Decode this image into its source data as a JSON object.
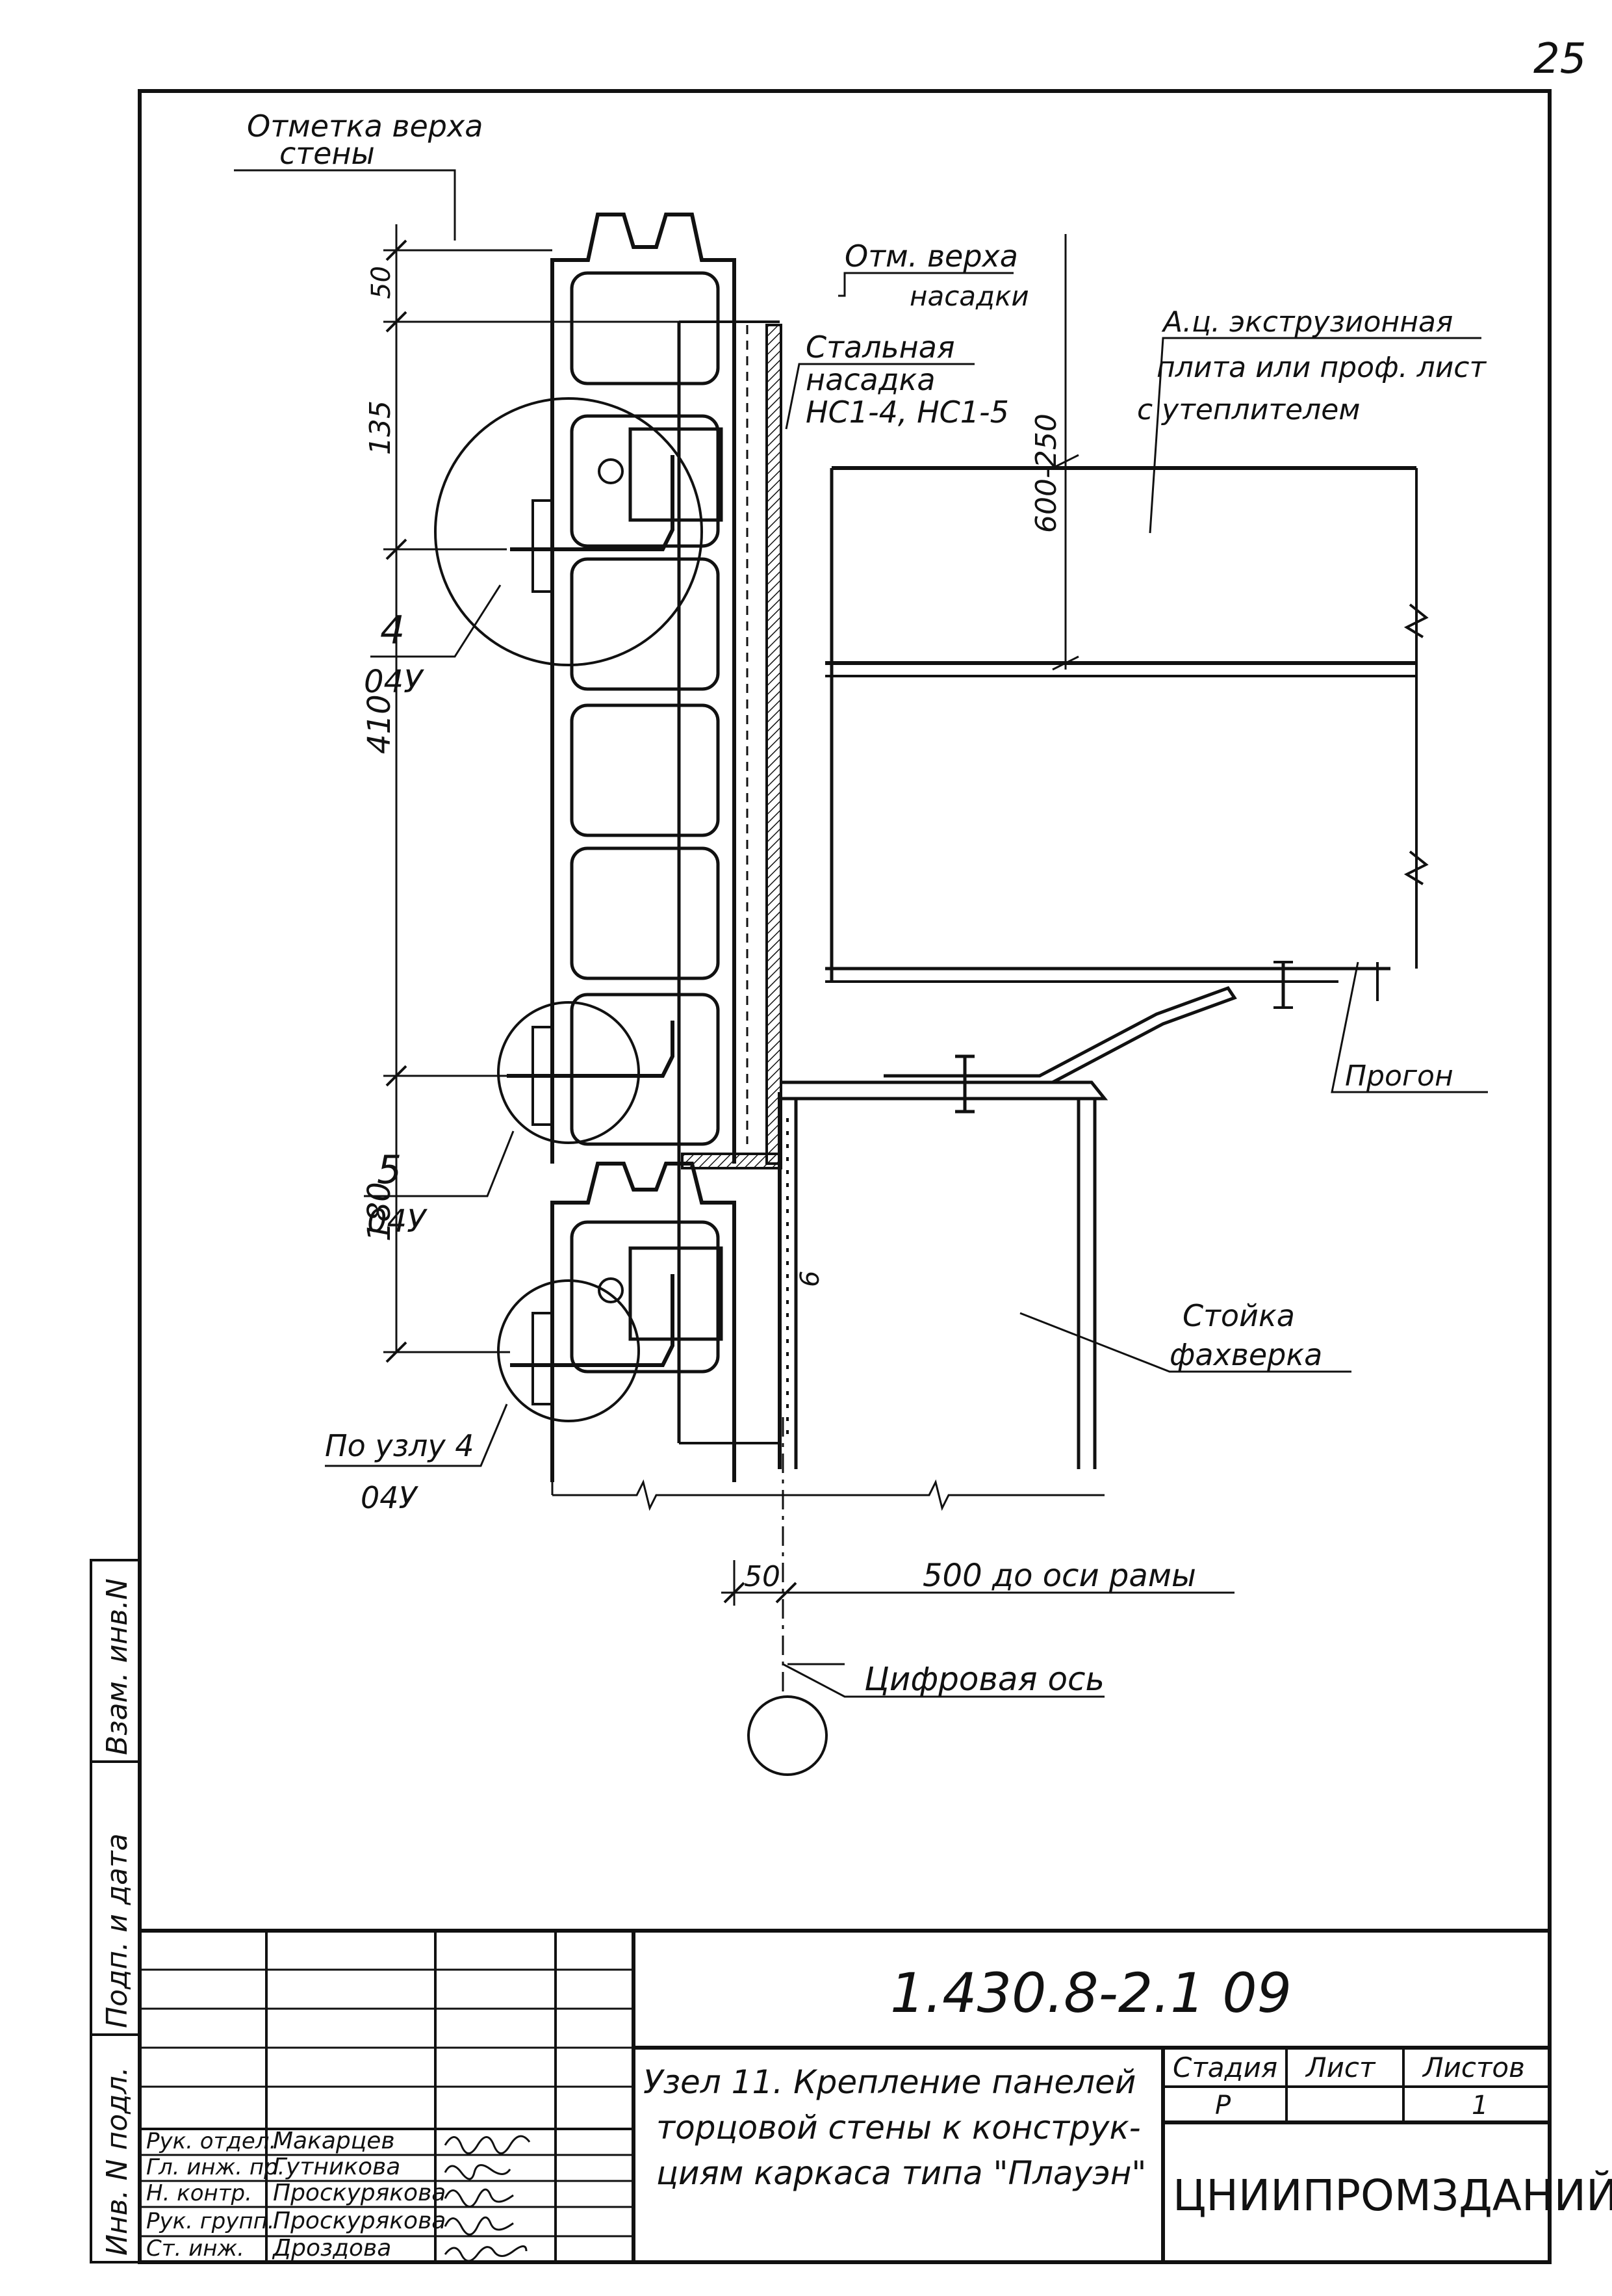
{
  "page_number": "25",
  "labels": {
    "wall_top": [
      "Отметка верха",
      "стены"
    ],
    "cap_top": [
      "Отм. верха",
      "насадки"
    ],
    "steel_cap": [
      "Стальная",
      "насадка",
      "НС1-4, НС1-5"
    ],
    "panel": [
      "А.ц. экструзионная",
      "плита или проф. лист",
      "с утеплителем"
    ],
    "purlin": "Прогон",
    "post": [
      "Стойка",
      "фахверка"
    ],
    "node4": [
      "4",
      "04У"
    ],
    "node5": [
      "5",
      "04У"
    ],
    "node_ref": [
      "По узлу 4",
      "04У"
    ],
    "axis": "Цифровая ось",
    "axis_dim": "500 до оси рамы"
  },
  "dimensions": {
    "d50_top": "50",
    "d135": "135",
    "d410": "410",
    "d180": "180",
    "d600": "600-250",
    "d50_bottom": "50",
    "weld": "6"
  },
  "side_stamp": [
    "Инв. N подл.",
    "Подп. и дата",
    "Взам. инв.N"
  ],
  "title_block": {
    "doc_code": "1.430.8-2.1  09",
    "title": [
      "Узел 11. Крепление панелей",
      "торцовой стены к конструк-",
      "циям каркаса типа \"Плауэн\""
    ],
    "stage_header": "Стадия",
    "sheet_header": "Лист",
    "sheets_header": "Листов",
    "stage": "Р",
    "sheet": "",
    "sheets": "1",
    "organization": "ЦНИИПРОМЗДАНИЙ",
    "staff": [
      {
        "role": "Рук. отдел.",
        "name": "Макарцев",
        "sign": "Bluchin"
      },
      {
        "role": "Гл. инж. пр.",
        "name": "Гутникова",
        "sign": "Gutnik"
      },
      {
        "role": "Н. контр.",
        "name": "Проскурякова",
        "sign": "Proskur"
      },
      {
        "role": "Рук. групп.",
        "name": "Проскурякова",
        "sign": "Proskur"
      },
      {
        "role": "Ст. инж.",
        "name": "Дроздова",
        "sign": "Drozdova"
      }
    ]
  }
}
